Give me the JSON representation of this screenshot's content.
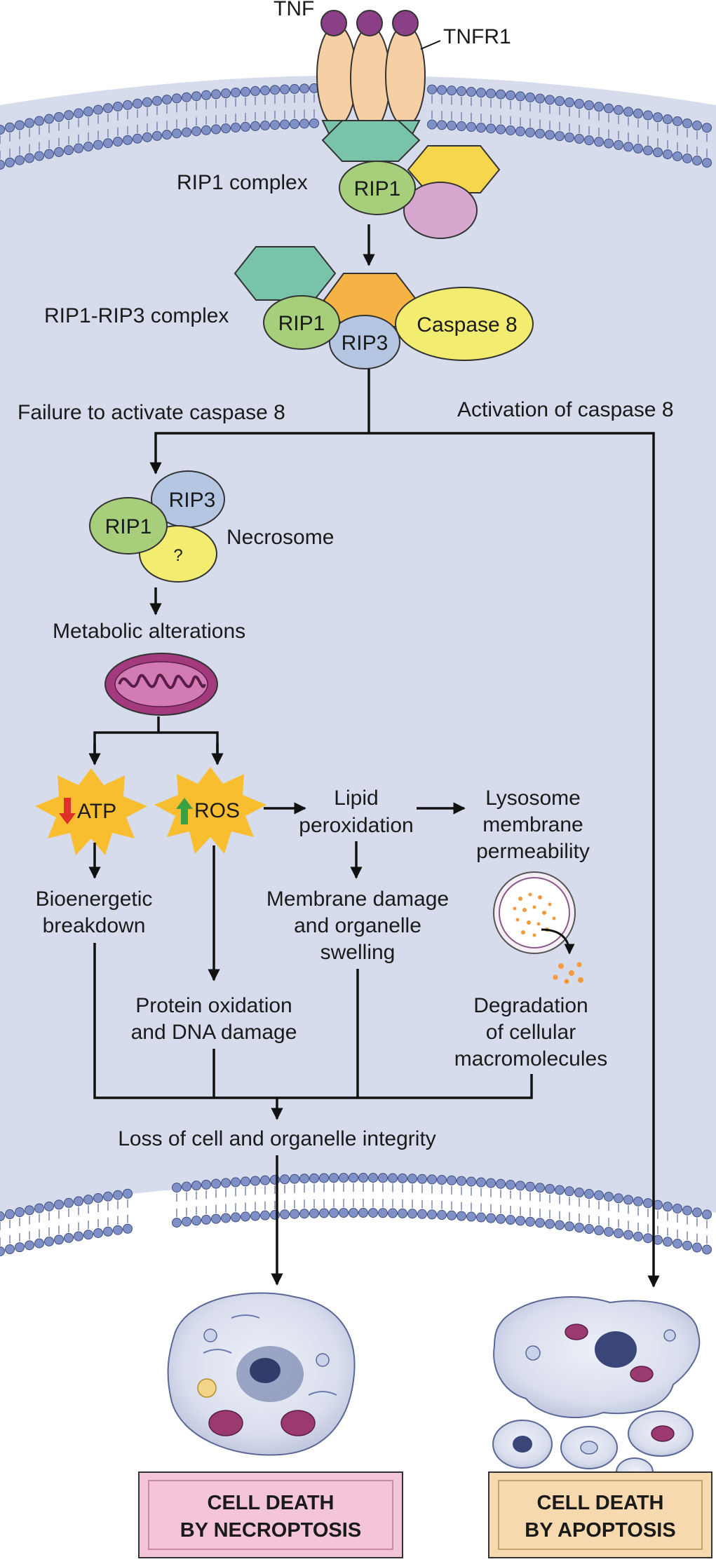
{
  "labels": {
    "tnf": "TNF",
    "tnfr1": "TNFR1",
    "rip1_complex": "RIP1 complex",
    "rip1_rip3_complex": "RIP1-RIP3 complex",
    "failure": "Failure to activate caspase 8",
    "activation": "Activation of caspase 8",
    "necrosome": "Necrosome",
    "metabolic": "Metabolic alterations",
    "atp": "ATP",
    "ros": "ROS",
    "lipid_1": "Lipid",
    "lipid_2": "peroxidation",
    "lysosome_1": "Lysosome",
    "lysosome_2": "membrane",
    "lysosome_3": "permeability",
    "bio_1": "Bioenergetic",
    "bio_2": "breakdown",
    "memdmg_1": "Membrane damage",
    "memdmg_2": "and organelle",
    "memdmg_3": "swelling",
    "protein_1": "Protein oxidation",
    "protein_2": "and DNA damage",
    "degr_1": "Degradation",
    "degr_2": "of cellular",
    "degr_3": "macromolecules",
    "loss": "Loss of cell and organelle integrity"
  },
  "proteins": {
    "rip1": "RIP1",
    "rip3": "RIP3",
    "caspase8": "Caspase 8",
    "unknown": "?"
  },
  "outcomes": {
    "necroptosis_1": "CELL DEATH",
    "necroptosis_2": "BY NECROPTOSIS",
    "apoptosis_1": "CELL DEATH",
    "apoptosis_2": "BY APOPTOSIS"
  },
  "colors": {
    "cytoplasm": "#d6dcec",
    "membrane_head": "#7e90c6",
    "receptor": "#f6cfa4",
    "ligand": "#8a3f86",
    "teal": "#79c3aa",
    "yellow": "#f6d64c",
    "lilac": "#d8a7cf",
    "green": "#a7cf7b",
    "orange": "#f6b345",
    "blue": "#b5c6e2",
    "lightyellow": "#f2ec70",
    "burst": "#f8be2f",
    "down_arrow": "#e0302a",
    "up_arrow": "#3ba042",
    "necroptosis_box": "#f4c4d9",
    "apoptosis_box": "#f7d9b0"
  }
}
